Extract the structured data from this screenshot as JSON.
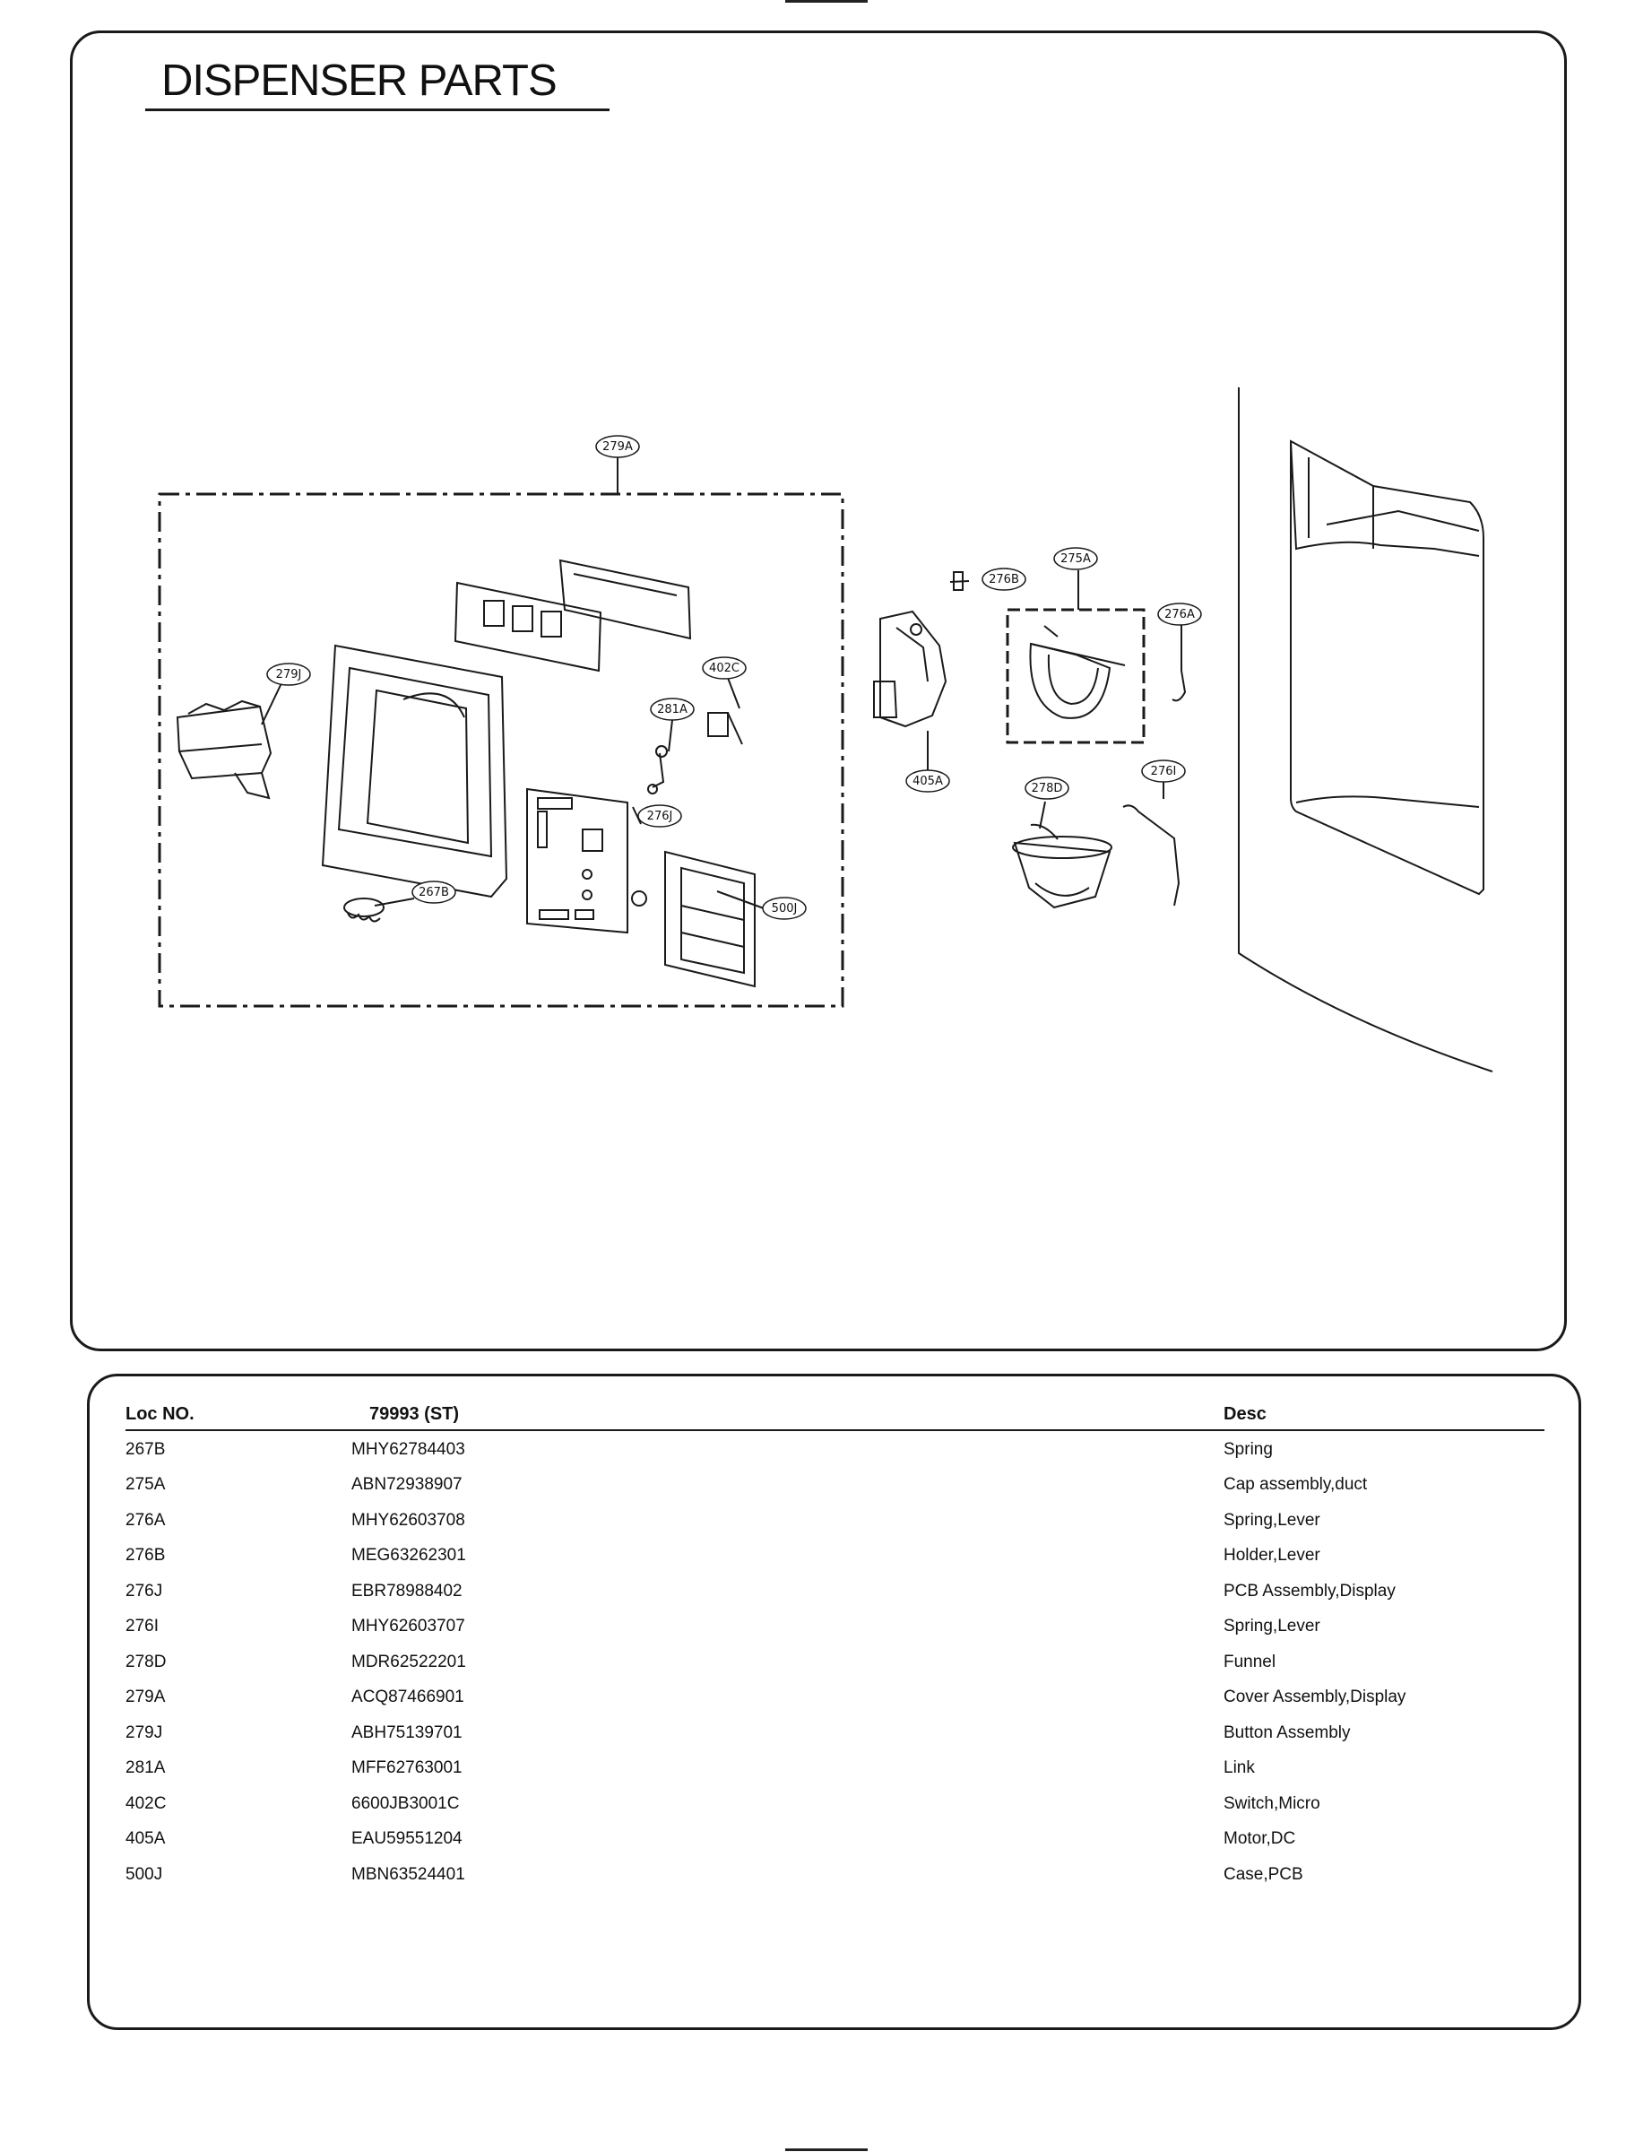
{
  "page": {
    "title": "DISPENSER PARTS"
  },
  "callouts": {
    "c279A": "279A",
    "c279J": "279J",
    "c402C": "402C",
    "c281A": "281A",
    "c276J": "276J",
    "c267B": "267B",
    "c500J": "500J",
    "c276B": "276B",
    "c275A": "275A",
    "c276A": "276A",
    "c405A": "405A",
    "c278D": "278D",
    "c276I": "276I"
  },
  "table": {
    "headers": {
      "loc": "Loc NO.",
      "part": "79993 (ST)",
      "desc": "Desc"
    },
    "rows": [
      {
        "loc": "267B",
        "part": "MHY62784403",
        "desc": "Spring"
      },
      {
        "loc": "275A",
        "part": "ABN72938907",
        "desc": "Cap assembly,duct"
      },
      {
        "loc": "276A",
        "part": "MHY62603708",
        "desc": "Spring,Lever"
      },
      {
        "loc": "276B",
        "part": "MEG63262301",
        "desc": "Holder,Lever"
      },
      {
        "loc": "276J",
        "part": "EBR78988402",
        "desc": "PCB Assembly,Display"
      },
      {
        "loc": "276I",
        "part": "MHY62603707",
        "desc": "Spring,Lever"
      },
      {
        "loc": "278D",
        "part": "MDR62522201",
        "desc": "Funnel"
      },
      {
        "loc": "279A",
        "part": "ACQ87466901",
        "desc": "Cover Assembly,Display"
      },
      {
        "loc": "279J",
        "part": "ABH75139701",
        "desc": "Button Assembly"
      },
      {
        "loc": "281A",
        "part": "MFF62763001",
        "desc": "Link"
      },
      {
        "loc": "402C",
        "part": "6600JB3001C",
        "desc": "Switch,Micro"
      },
      {
        "loc": "405A",
        "part": "EAU59551204",
        "desc": "Motor,DC"
      },
      {
        "loc": "500J",
        "part": "MBN63524401",
        "desc": "Case,PCB"
      }
    ]
  }
}
